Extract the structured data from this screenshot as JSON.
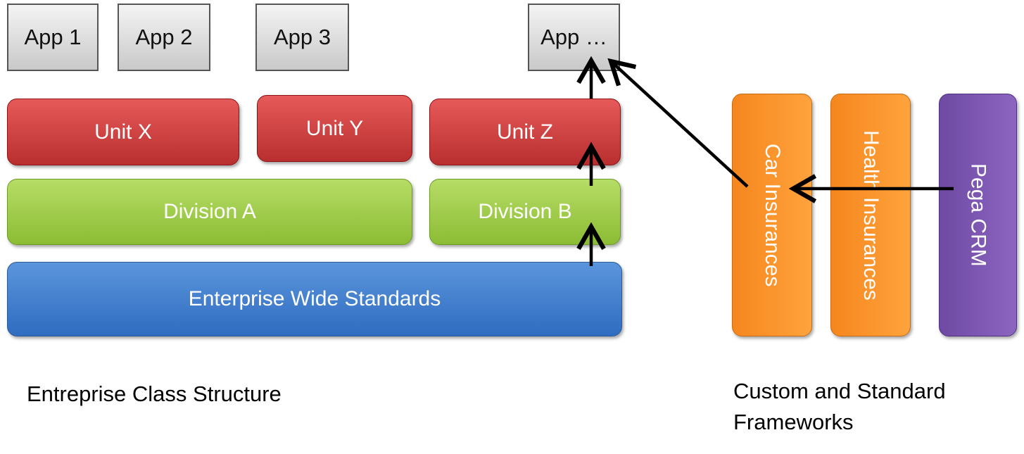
{
  "apps": [
    "App 1",
    "App 2",
    "App 3",
    "App …"
  ],
  "units": [
    "Unit X",
    "Unit Y",
    "Unit Z"
  ],
  "divisions": [
    "Division A",
    "Division B"
  ],
  "enterprise": "Enterprise Wide Standards",
  "frameworks": [
    "Car Insurances",
    "Health Insurances",
    "Pega CRM"
  ],
  "captions": {
    "left": "Entreprise Class Structure",
    "right_line1": "Custom and Standard",
    "right_line2": "Frameworks"
  },
  "colors": {
    "unit": "#c93c3c",
    "division": "#9ccb4b",
    "enterprise": "#3a7bd5",
    "framework_orange": "#f7922b",
    "framework_purple": "#7b56b2",
    "app": "#d8d8d8"
  }
}
